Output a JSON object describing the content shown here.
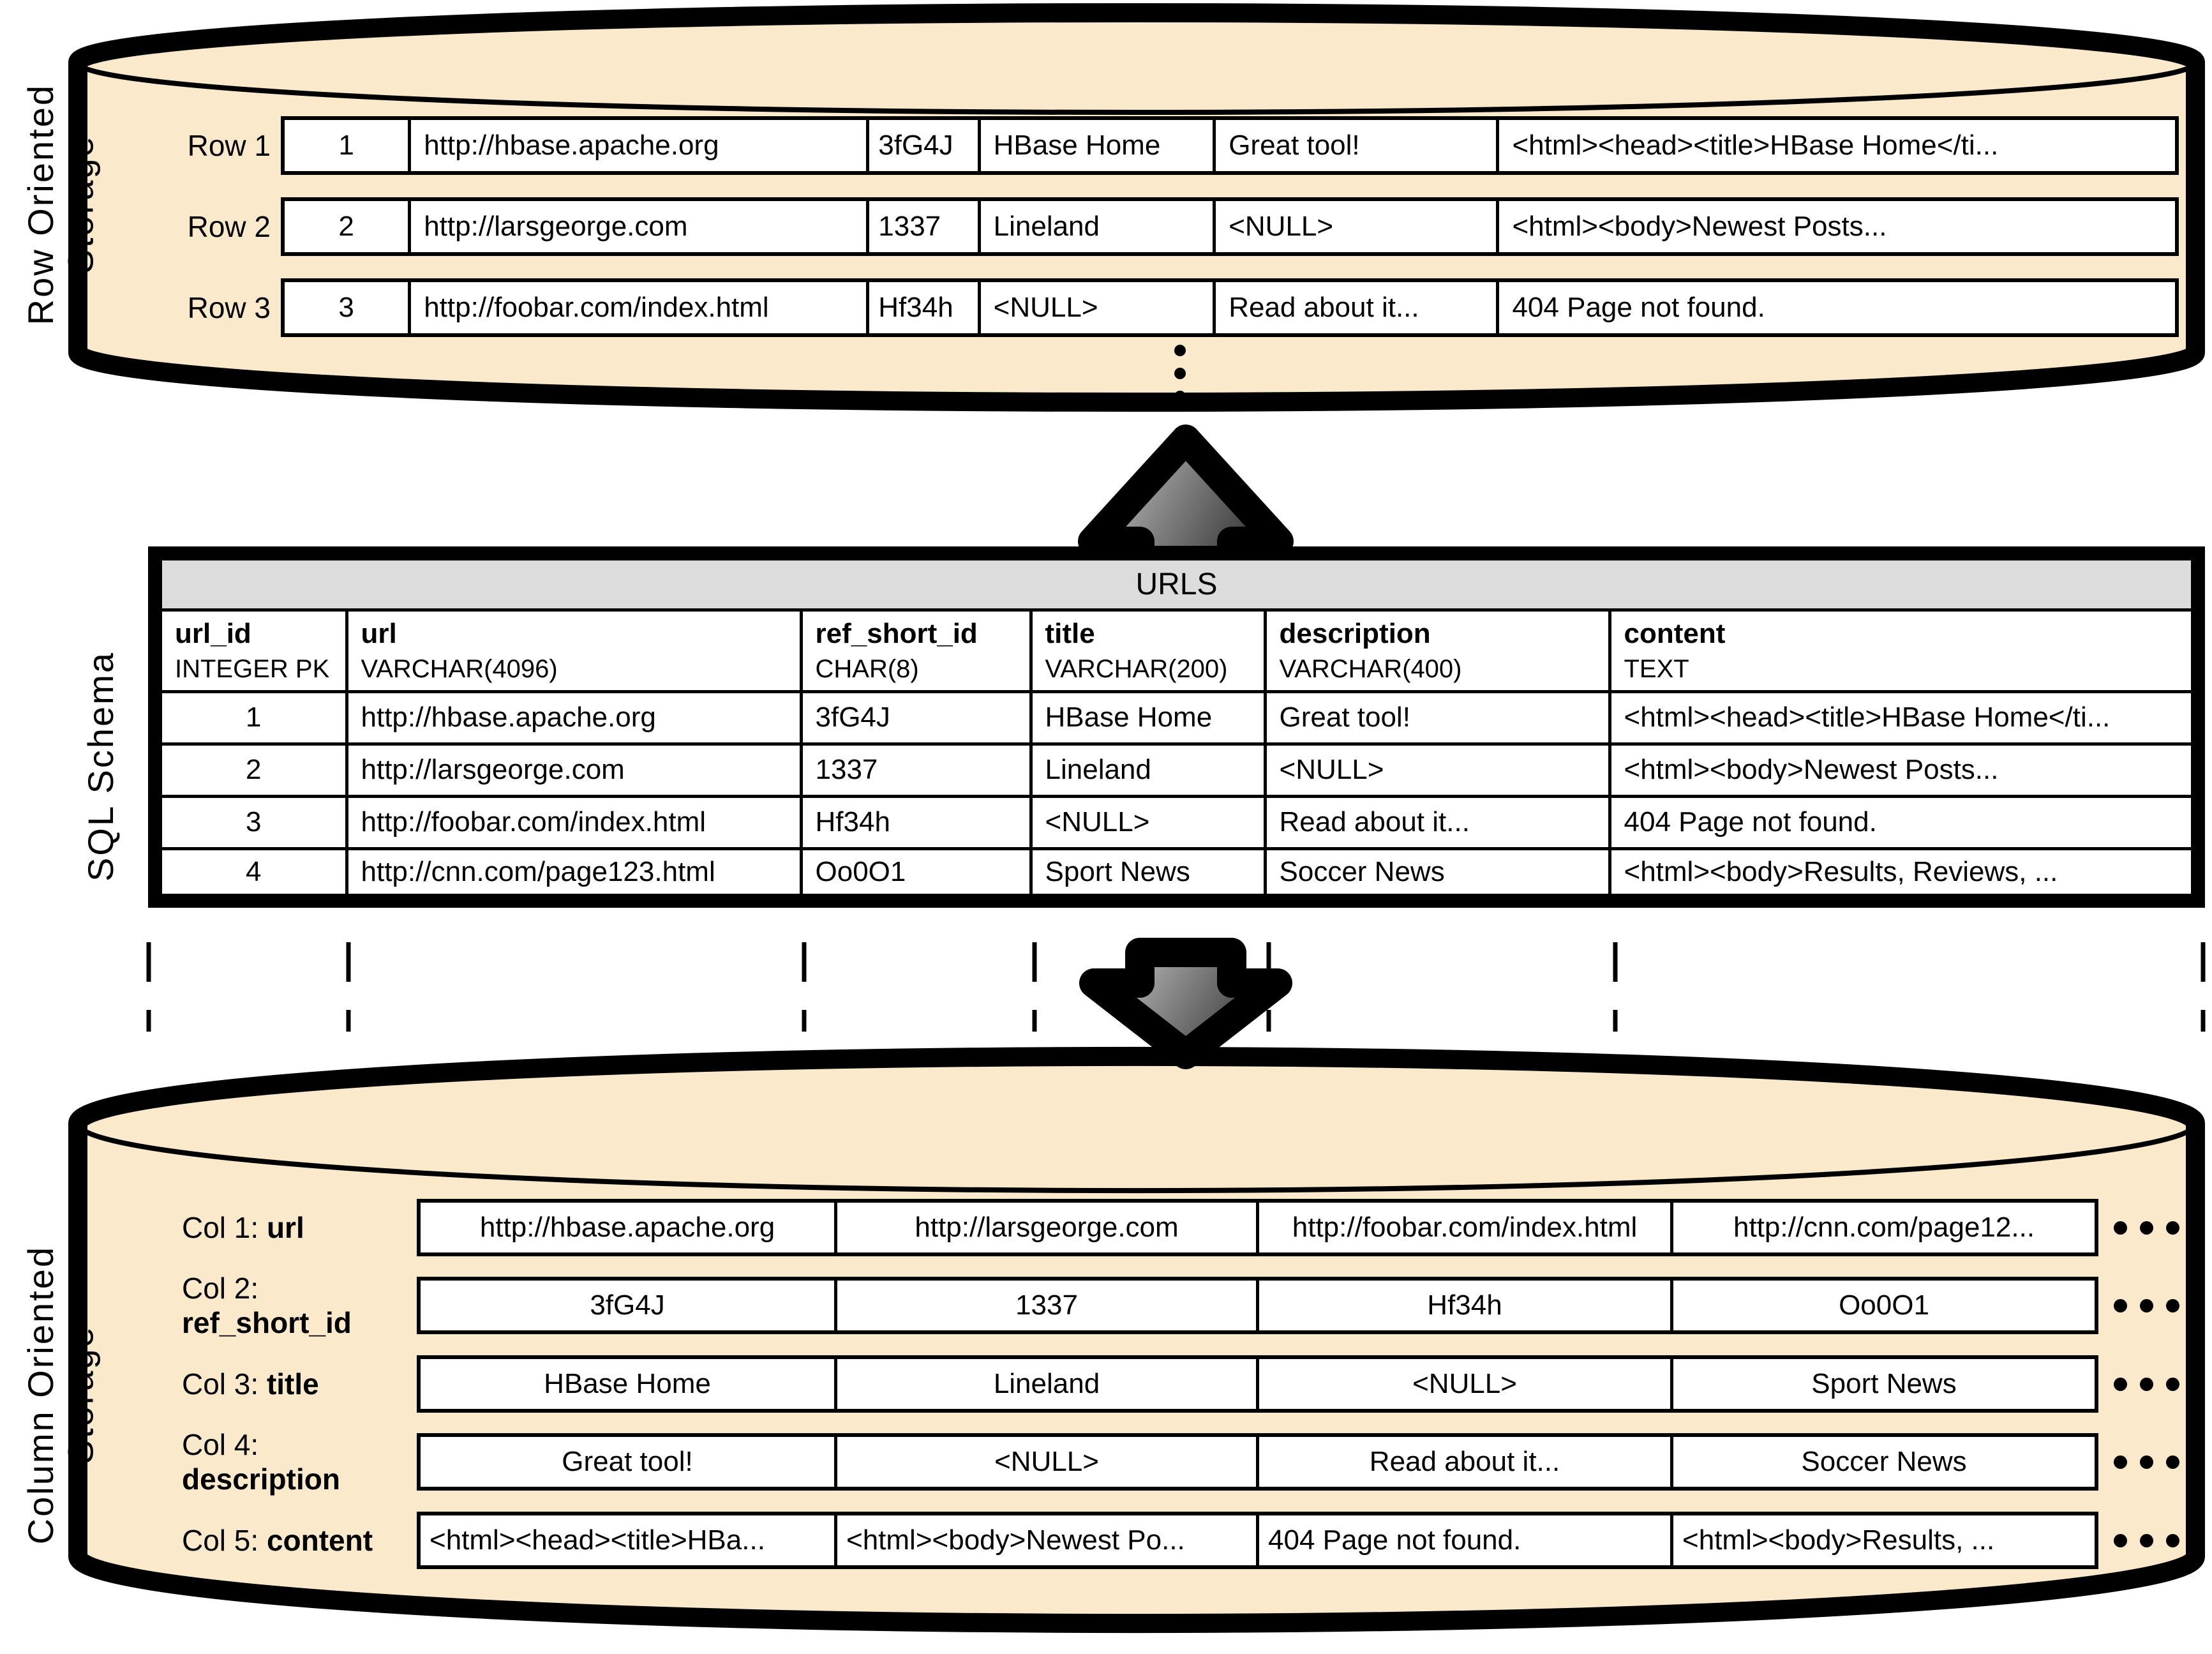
{
  "labels": {
    "row_storage": "Row Oriented\nStorage",
    "sql_schema": "SQL Schema",
    "column_storage": "Column Oriented\nStorage"
  },
  "icons": {
    "vertical_ellipsis": "⋮",
    "horizontal_ellipsis": "•••",
    "up_arrow": "block-arrow-up",
    "down_arrow": "block-arrow-down",
    "row_storage_cylinder": "database-cylinder",
    "column_storage_cylinder": "database-cylinder"
  },
  "colors": {
    "cylinder_fill": "#FAE9CA",
    "table_title_bg": "#DCDCDC",
    "cell_bg": "#FFFFFF",
    "outline": "#000000",
    "arrow_gradient_start": "#D2D2D2",
    "arrow_gradient_end": "#3E3E3E"
  },
  "row_storage": {
    "rows": [
      {
        "label": "Row 1",
        "cells": [
          "1",
          "http://hbase.apache.org",
          "3fG4J",
          "HBase Home",
          "Great tool!",
          "<html><head><title>HBase Home</ti..."
        ]
      },
      {
        "label": "Row 2",
        "cells": [
          "2",
          "http://larsgeorge.com",
          "1337",
          "Lineland",
          "<NULL>",
          "<html><body>Newest Posts..."
        ]
      },
      {
        "label": "Row 3",
        "cells": [
          "3",
          "http://foobar.com/index.html",
          "Hf34h",
          "<NULL>",
          "Read about it...",
          "404 Page not found."
        ]
      }
    ]
  },
  "sql_table": {
    "title": "URLS",
    "columns": [
      {
        "name": "url_id",
        "type": "INTEGER PK"
      },
      {
        "name": "url",
        "type": "VARCHAR(4096)"
      },
      {
        "name": "ref_short_id",
        "type": "CHAR(8)"
      },
      {
        "name": "title",
        "type": "VARCHAR(200)"
      },
      {
        "name": "description",
        "type": "VARCHAR(400)"
      },
      {
        "name": "content",
        "type": "TEXT"
      }
    ],
    "rows": [
      [
        "1",
        "http://hbase.apache.org",
        "3fG4J",
        "HBase Home",
        "Great tool!",
        "<html><head><title>HBase Home</ti..."
      ],
      [
        "2",
        "http://larsgeorge.com",
        "1337",
        "Lineland",
        "<NULL>",
        "<html><body>Newest Posts..."
      ],
      [
        "3",
        "http://foobar.com/index.html",
        "Hf34h",
        "<NULL>",
        "Read about it...",
        "404 Page not found."
      ],
      [
        "4",
        "http://cnn.com/page123.html",
        "Oo0O1",
        "Sport News",
        "Soccer News",
        "<html><body>Results, Reviews, ..."
      ]
    ]
  },
  "column_storage": {
    "rows": [
      {
        "label_prefix": "Col 1:",
        "label_name": "url",
        "cells": [
          "http://hbase.apache.org",
          "http://larsgeorge.com",
          "http://foobar.com/index.html",
          "http://cnn.com/page12..."
        ]
      },
      {
        "label_prefix": "Col 2:",
        "label_name": "ref_short_id",
        "cells": [
          "3fG4J",
          "1337",
          "Hf34h",
          "Oo0O1"
        ]
      },
      {
        "label_prefix": "Col 3:",
        "label_name": "title",
        "cells": [
          "HBase Home",
          "Lineland",
          "<NULL>",
          "Sport News"
        ]
      },
      {
        "label_prefix": "Col 4:",
        "label_name": "description",
        "cells": [
          "Great tool!",
          "<NULL>",
          "Read about it...",
          "Soccer News"
        ]
      },
      {
        "label_prefix": "Col 5:",
        "label_name": "content",
        "cells": [
          "<html><head><title>HBa...",
          "<html><body>Newest Po...",
          "404 Page not found.",
          "<html><body>Results, ..."
        ]
      }
    ]
  }
}
